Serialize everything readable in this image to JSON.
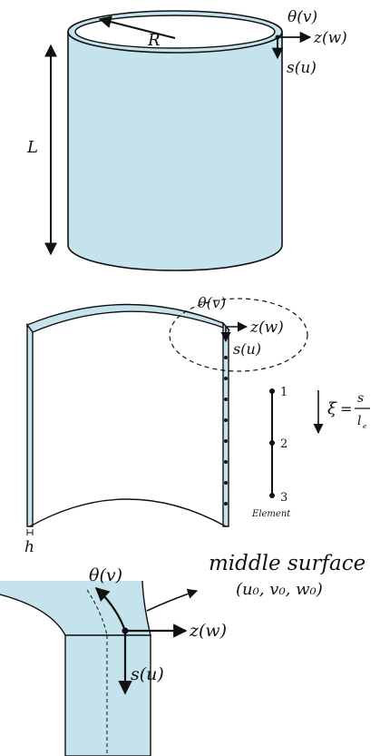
{
  "colors": {
    "fill": "#c5e3ec",
    "stroke": "#111111",
    "background": "#ffffff"
  },
  "cylinder": {
    "radius_label": "R",
    "length_label": "L",
    "theta_label": "θ(v)",
    "z_label": "z(w)",
    "s_label": "s(u)"
  },
  "panel": {
    "theta_label": "θ(v)",
    "z_label": "z(w)",
    "s_label": "s(u)",
    "thickness_label": "h",
    "element_nodes": [
      "1",
      "2",
      "3"
    ],
    "element_caption": "Element",
    "xi_symbol": "ξ",
    "xi_equals": "=",
    "xi_numerator": "s",
    "xi_denominator": "l",
    "xi_denominator_sub": "e"
  },
  "detail": {
    "theta_label": "θ(v)",
    "z_label": "z(w)",
    "s_label": "s(u)",
    "middle_surface_label": "middle surface",
    "middle_surface_vars": "(u₀, v₀, w₀)"
  }
}
